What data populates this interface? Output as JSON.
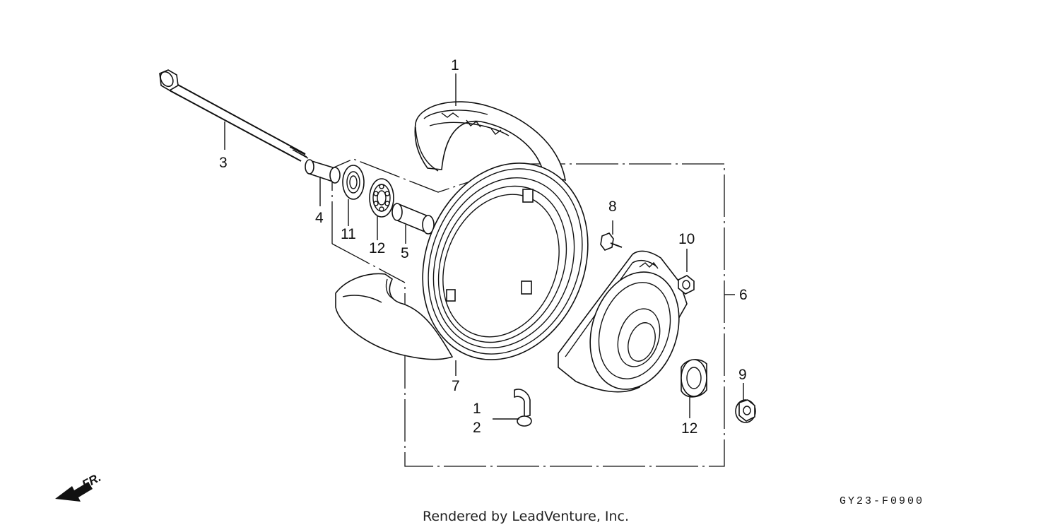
{
  "diagram": {
    "callouts": {
      "tire_top": "1",
      "valve_upper": "1",
      "valve_lower": "2",
      "axle": "3",
      "collar_left": "4",
      "collar_right": "5",
      "wheel_assembly": "6",
      "rim": "7",
      "bolt": "8",
      "flange_nut": "9",
      "nut": "10",
      "oil_seal": "11",
      "bearing_left": "12",
      "bearing_right": "12"
    },
    "direction_label": "FR.",
    "diagram_code": "GY23-F0900",
    "credit": "Rendered by LeadVenture, Inc."
  }
}
